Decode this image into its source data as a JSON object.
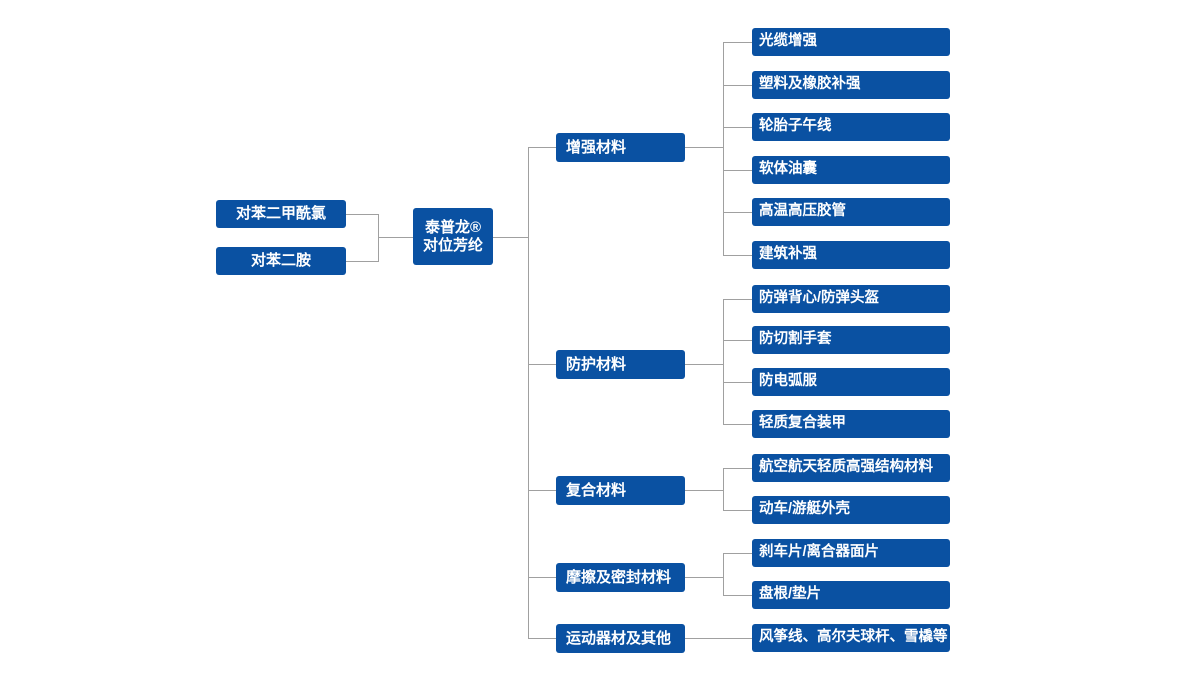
{
  "colors": {
    "node_fill": "#0A51A2",
    "node_text": "#FFFFFF",
    "connector": "#A0A0A0",
    "background": "#FFFFFF"
  },
  "tree": {
    "inputs": [
      {
        "label": "对苯二甲酰氯"
      },
      {
        "label": "对苯二胺"
      }
    ],
    "root": {
      "line1": "泰普龙®",
      "line2": "对位芳纶"
    },
    "categories": [
      {
        "label": "增强材料",
        "children": [
          "光缆增强",
          "塑料及橡胶补强",
          "轮胎子午线",
          "软体油囊",
          "高温高压胶管",
          "建筑补强"
        ]
      },
      {
        "label": "防护材料",
        "children": [
          "防弹背心/防弹头盔",
          "防切割手套",
          "防电弧服",
          "轻质复合装甲"
        ]
      },
      {
        "label": "复合材料",
        "children": [
          "航空航天轻质高强结构材料",
          "动车/游艇外壳"
        ]
      },
      {
        "label": "摩擦及密封材料",
        "children": [
          "刹车片/离合器面片",
          "盘根/垫片"
        ]
      },
      {
        "label": "运动器材及其他",
        "children": [
          "风筝线、高尔夫球杆、雪橇等"
        ]
      }
    ]
  }
}
